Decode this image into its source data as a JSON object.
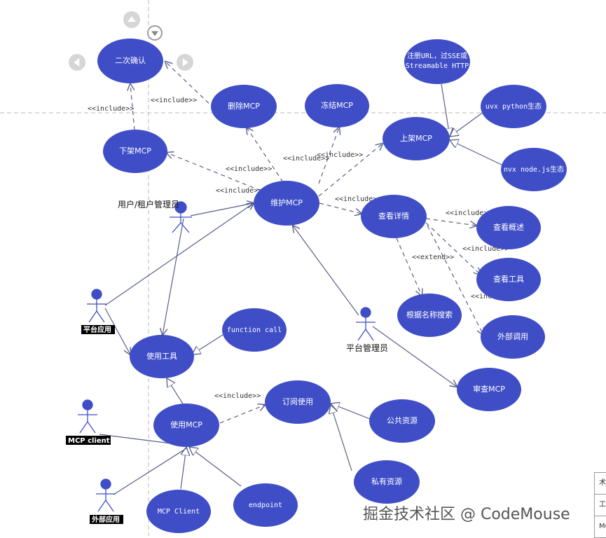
{
  "colors": {
    "usecase": "#3f4ec7",
    "actor": "#3f4ec7",
    "line": "#5a5f8a",
    "guide": "#bbbbbb"
  },
  "icons": [
    "arrow-up-icon",
    "arrow-left-icon",
    "arrow-right-icon",
    "arrow-down-circle-icon"
  ],
  "usecases": {
    "confirm": "二次确认",
    "delete": "删除MCP",
    "freeze": "冻结MCP",
    "register": "注册URL，过SSE或 Streamable HTTP",
    "uvx": "uvx python生态",
    "publish": "上架MCP",
    "npx": "nvx node.js生态",
    "unpublish": "下架MCP",
    "maintain": "维护MCP",
    "detail": "查看详情",
    "overview": "查看概述",
    "tools_view": "查看工具",
    "search": "根据名称搜索",
    "external": "外部调用",
    "function_call": "function call",
    "use_tools": "使用工具",
    "review": "审查MCP",
    "subscribe": "订阅使用",
    "use_mcp": "使用MCP",
    "public": "公共资源",
    "private": "私有资源",
    "mcp_client_uc": "MCP Client",
    "endpoint": "endpoint"
  },
  "labels": {
    "include": "<<include>>",
    "extend": "<<extend>>"
  },
  "actors": {
    "tenant_admin": "用户/租户管理员",
    "platform_app": "平台应用",
    "platform_admin": "平台管理员",
    "mcp_client": "MCP client",
    "external_app": "外部应用"
  },
  "watermark": "掘金技术社区 @ CodeMouse",
  "side_table": [
    "术",
    "工",
    "MC"
  ]
}
